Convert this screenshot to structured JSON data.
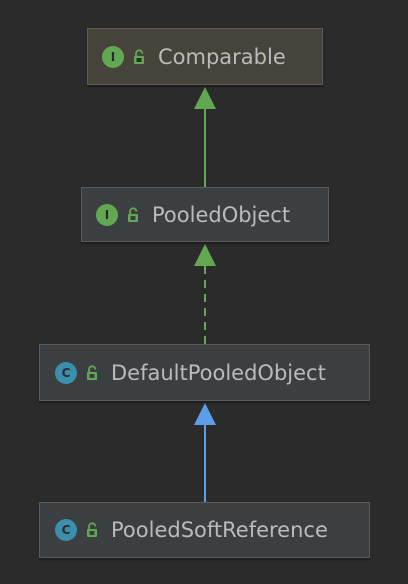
{
  "diagram": {
    "nodes": [
      {
        "label": "Comparable",
        "kind_letter": "I",
        "kind": "interface",
        "icon": "interface-icon",
        "access_icon": "public-lock-icon"
      },
      {
        "label": "PooledObject",
        "kind_letter": "I",
        "kind": "interface",
        "icon": "interface-icon",
        "access_icon": "public-lock-icon"
      },
      {
        "label": "DefaultPooledObject",
        "kind_letter": "C",
        "kind": "class",
        "icon": "class-icon",
        "access_icon": "public-lock-icon"
      },
      {
        "label": "PooledSoftReference",
        "kind_letter": "C",
        "kind": "class",
        "icon": "class-icon",
        "access_icon": "public-lock-icon"
      }
    ],
    "edges": [
      {
        "from": "PooledObject",
        "to": "Comparable",
        "style": "solid",
        "color": "#62a852"
      },
      {
        "from": "DefaultPooledObject",
        "to": "PooledObject",
        "style": "dashed",
        "color": "#62a852"
      },
      {
        "from": "PooledSoftReference",
        "to": "DefaultPooledObject",
        "style": "solid",
        "color": "#5c9ee8"
      }
    ]
  },
  "colors": {
    "background": "#2b2b2b",
    "interface_icon": "#62a852",
    "class_icon": "#3b8fad",
    "lock": "#62a852",
    "text": "#bbbbbb"
  }
}
